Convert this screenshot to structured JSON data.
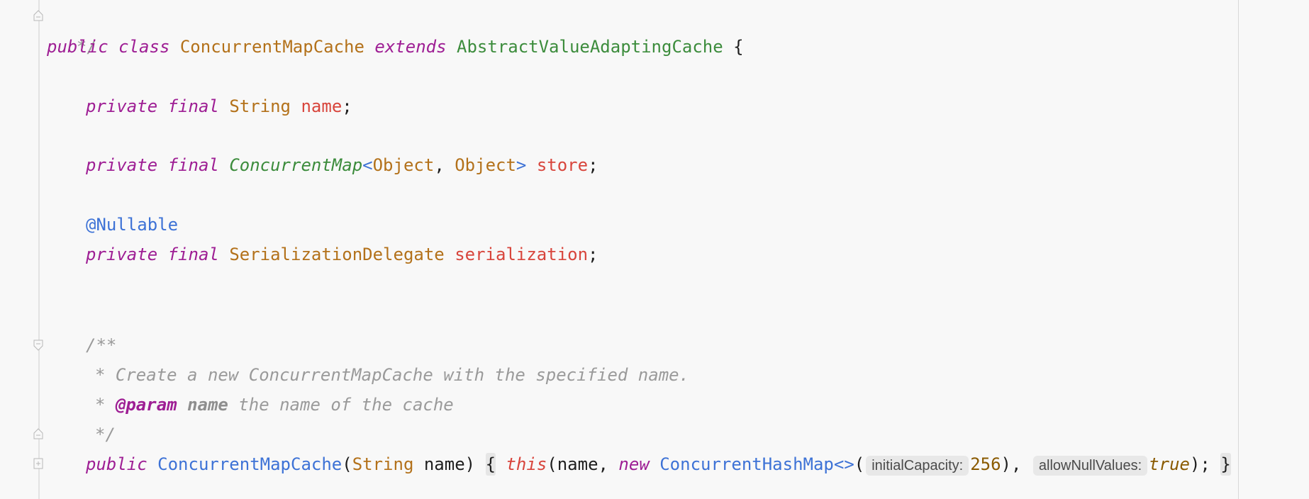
{
  "editor": {
    "lines": {
      "comment_end": "*/",
      "class_decl": {
        "kw_public": "public",
        "kw_class": "class",
        "class_name": "ConcurrentMapCache",
        "kw_extends": "extends",
        "base_class": "AbstractValueAdaptingCache",
        "open_brace": "{"
      },
      "field_name": {
        "kw_private": "private",
        "kw_final": "final",
        "type": "String",
        "name": "name",
        "semi": ";"
      },
      "field_store": {
        "kw_private": "private",
        "kw_final": "final",
        "type": "ConcurrentMap",
        "lt": "<",
        "arg1": "Object",
        "comma": ", ",
        "arg2": "Object",
        "gt": ">",
        "name": "store",
        "semi": ";"
      },
      "annotation": "@Nullable",
      "field_serialization": {
        "kw_private": "private",
        "kw_final": "final",
        "type": "SerializationDelegate",
        "name": "serialization",
        "semi": ";"
      },
      "javadoc": {
        "open": "/**",
        "line1": "* Create a new ConcurrentMapCache with the specified name.",
        "star": "* ",
        "param_tag": "@param",
        "param_name": "name",
        "param_desc": " the name of the cache",
        "close": "*/"
      },
      "constructor": {
        "kw_public": "public",
        "name": "ConcurrentMapCache",
        "open_paren": "(",
        "param_type": "String",
        "param_name": " name)",
        "open_brace": "{",
        "kw_this": "this",
        "call_open": "(name, ",
        "kw_new": "new",
        "ctor_type": "ConcurrentHashMap",
        "diamond": "<>",
        "paren": "(",
        "hint_capacity": "initialCapacity:",
        "capacity": "256",
        "close_comma": "),",
        "hint_nulls": "allowNullValues:",
        "true_val": "true",
        "close_semi": ");",
        "close_brace": "}"
      }
    }
  }
}
